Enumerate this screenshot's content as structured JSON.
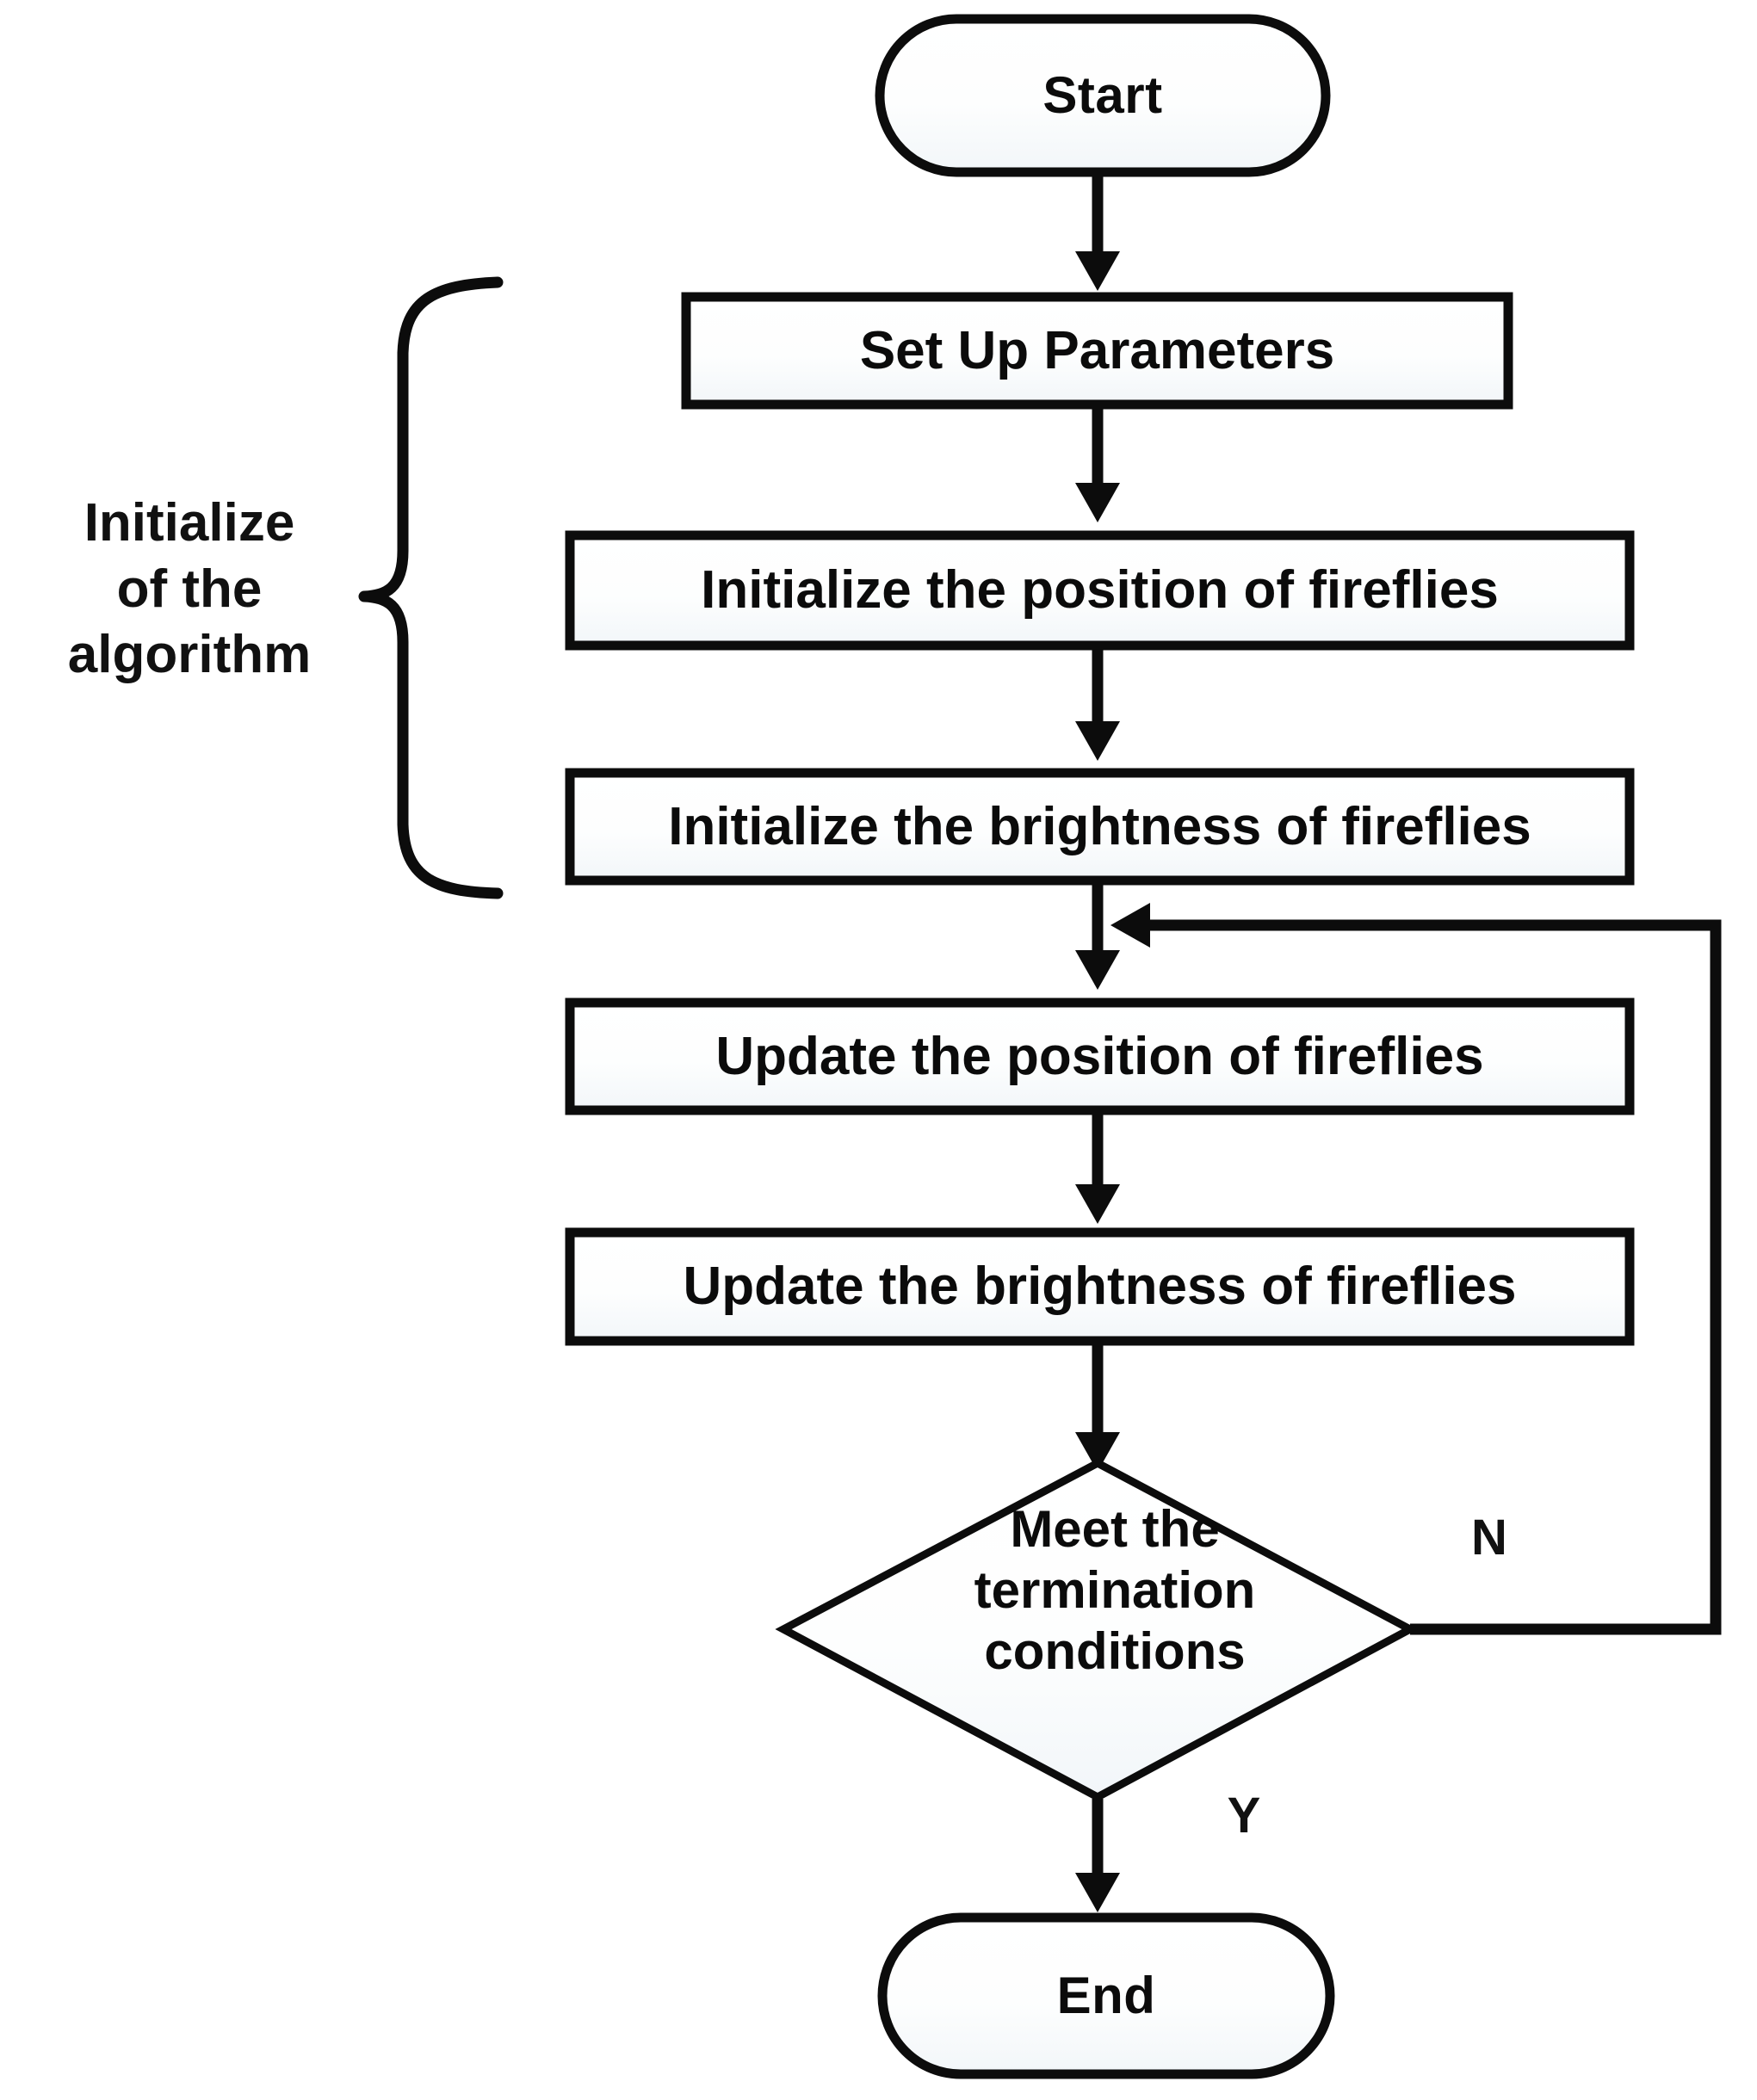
{
  "diagram": {
    "title": "Firefly Algorithm Flowchart",
    "type": "flowchart",
    "background_color": "#ffffff",
    "stroke_color": "#111111",
    "node_fill": "#fbfcfd",
    "group_annotation": {
      "label": "Initialize\nof the\nalgorithm",
      "line1": "Initialize",
      "line2": "of the",
      "line3": "algorithm",
      "brace": "left-curly-brace"
    },
    "nodes": [
      {
        "id": "start",
        "shape": "terminator",
        "label": "Start"
      },
      {
        "id": "setup",
        "shape": "process",
        "label": "Set Up Parameters"
      },
      {
        "id": "init-position",
        "shape": "process",
        "label": "Initialize the position of fireflies"
      },
      {
        "id": "init-brightness",
        "shape": "process",
        "label": "Initialize the brightness of fireflies"
      },
      {
        "id": "update-position",
        "shape": "process",
        "label": "Update the position of fireflies"
      },
      {
        "id": "update-brightness",
        "shape": "process",
        "label": "Update the brightness of fireflies"
      },
      {
        "id": "termination",
        "shape": "decision",
        "label": "Meet the termination conditions",
        "line1": "Meet the",
        "line2": "termination",
        "line3": "conditions"
      },
      {
        "id": "end",
        "shape": "terminator",
        "label": "End"
      }
    ],
    "edges": [
      {
        "from": "start",
        "to": "setup",
        "label": ""
      },
      {
        "from": "setup",
        "to": "init-position",
        "label": ""
      },
      {
        "from": "init-position",
        "to": "init-brightness",
        "label": ""
      },
      {
        "from": "init-brightness",
        "to": "update-position",
        "label": ""
      },
      {
        "from": "update-position",
        "to": "update-brightness",
        "label": ""
      },
      {
        "from": "update-brightness",
        "to": "termination",
        "label": ""
      },
      {
        "from": "termination",
        "to": "update-position",
        "label": "N"
      },
      {
        "from": "termination",
        "to": "end",
        "label": "Y"
      }
    ],
    "edge_labels": {
      "no": "N",
      "yes": "Y"
    }
  }
}
